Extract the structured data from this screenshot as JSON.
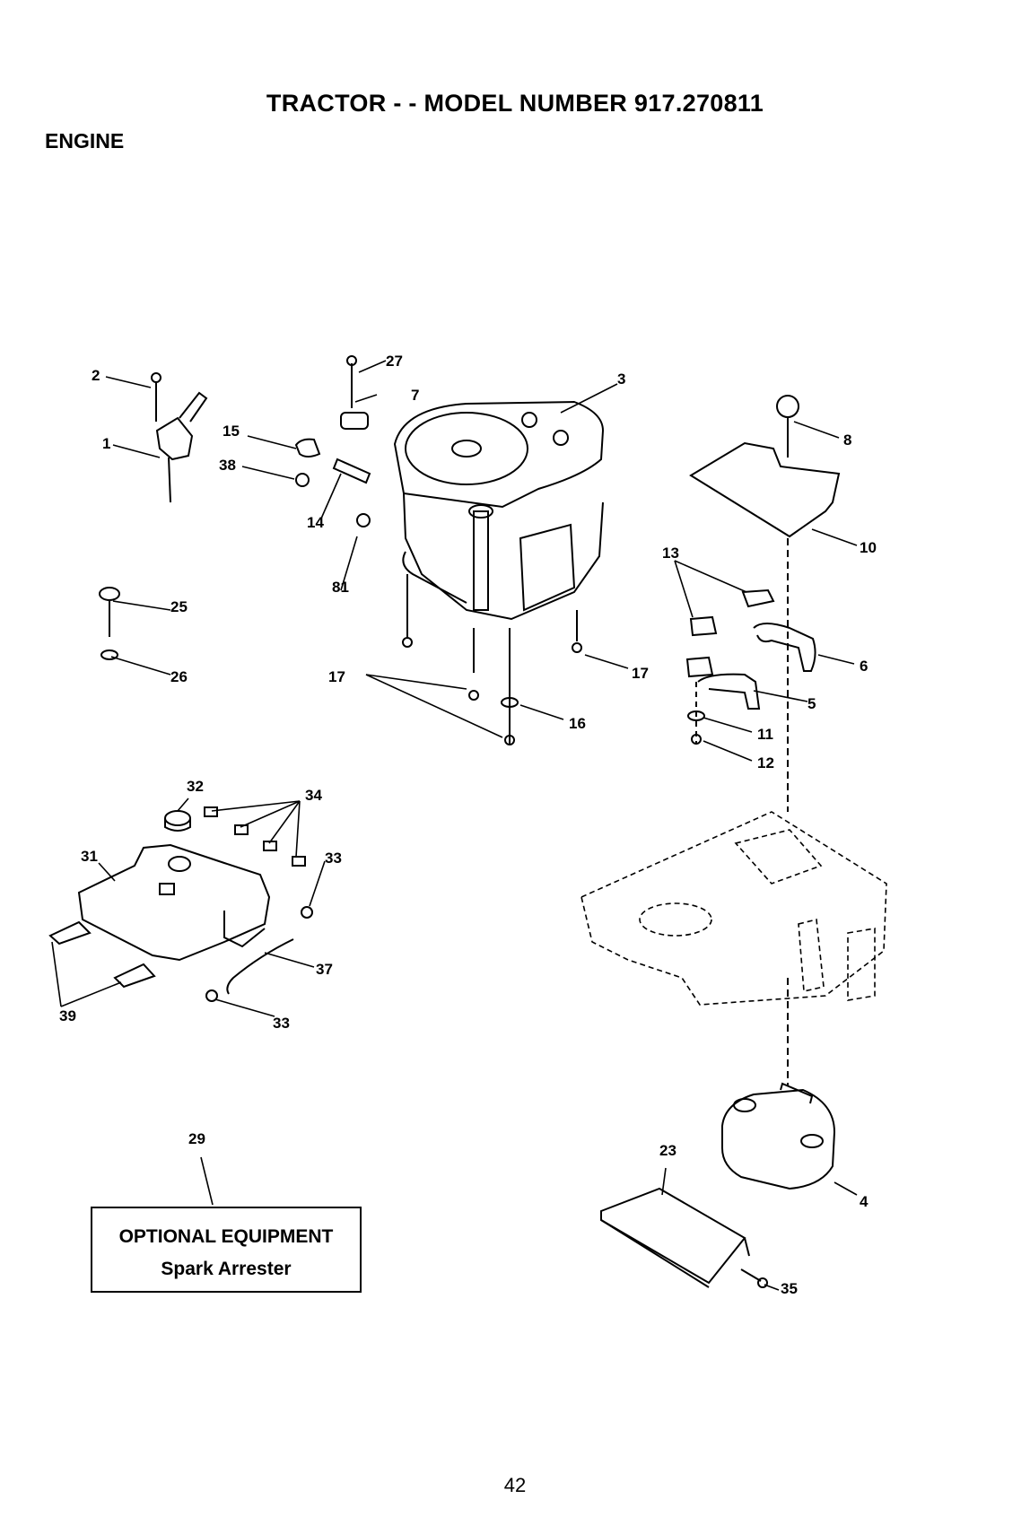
{
  "header": {
    "title": "TRACTOR - - MODEL NUMBER 917.270811",
    "section": "ENGINE"
  },
  "callouts": {
    "c1": "1",
    "c2": "2",
    "c3": "3",
    "c4": "4",
    "c5": "5",
    "c6": "6",
    "c7": "7",
    "c8": "8",
    "c10": "10",
    "c11": "11",
    "c12": "12",
    "c13": "13",
    "c14": "14",
    "c15": "15",
    "c16": "16",
    "c17a": "17",
    "c17b": "17",
    "c23": "23",
    "c25": "25",
    "c26": "26",
    "c27": "27",
    "c29": "29",
    "c31": "31",
    "c32": "32",
    "c33a": "33",
    "c33b": "33",
    "c34": "34",
    "c35": "35",
    "c37": "37",
    "c38": "38",
    "c39": "39",
    "c81": "81"
  },
  "optional_box": {
    "line1": "OPTIONAL EQUIPMENT",
    "line2": "Spark Arrester"
  },
  "footer": {
    "page_number": "42"
  }
}
